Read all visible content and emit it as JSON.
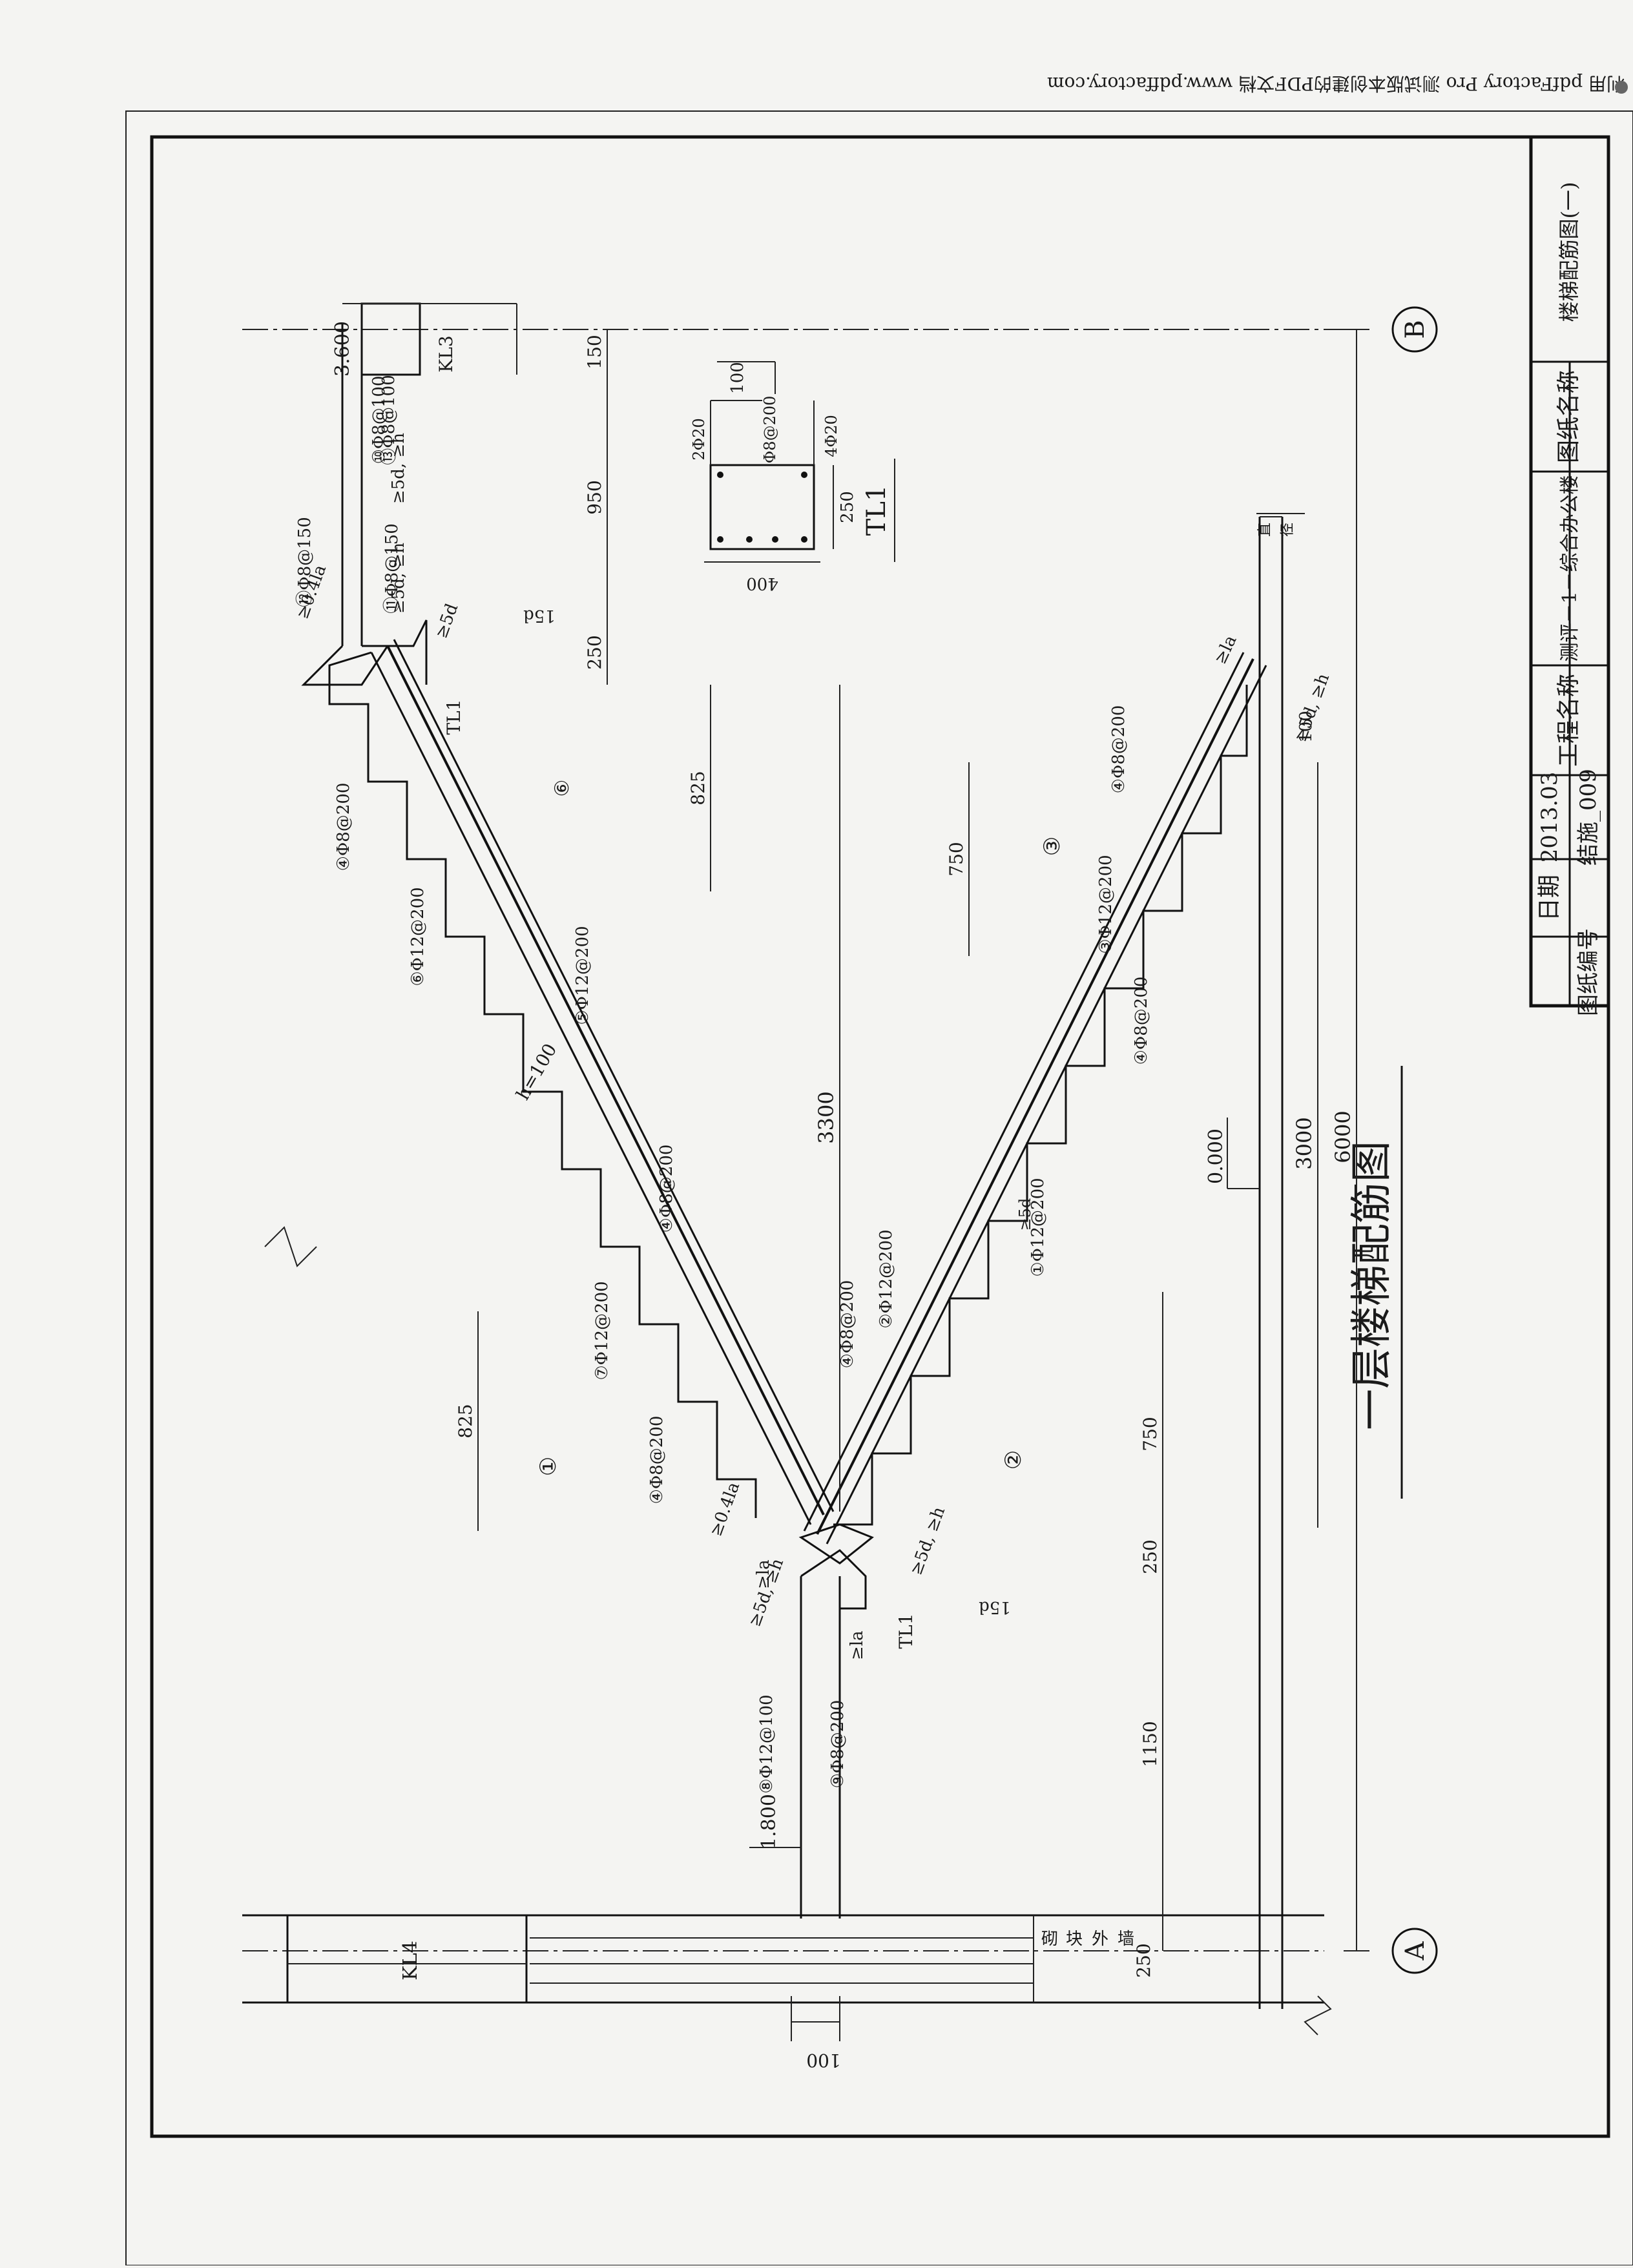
{
  "watermark": "利用 pdfFactory Pro 测试版本创建的PDF文档 www.pdffactory.com",
  "drawing_title": "一层楼梯配筋图",
  "title_block": {
    "date_label": "日期",
    "date_value": "2013.03",
    "project_label": "工程名称",
    "project_value": "测评－1－综合办公楼",
    "drawing_name_label": "图纸名称",
    "drawing_name_value": "楼梯配筋图(一)",
    "drawing_no_label": "图纸编号",
    "drawing_no_value": "结施_009"
  },
  "axes": {
    "left": "A",
    "right": "B"
  },
  "elevations": {
    "e0": "0.000",
    "e1": "1.800",
    "e2": "3.600"
  },
  "dims": {
    "total": "6000",
    "span": "3000",
    "height": "3300",
    "d1150": "1150",
    "d250a": "250",
    "d750a": "750",
    "d825a": "825",
    "d825b": "825",
    "d750b": "750",
    "d250b": "250",
    "d950": "950",
    "d150": "150",
    "d250wall": "250",
    "d100a": "100",
    "d100b": "100",
    "h100": "h=100"
  },
  "beams": {
    "kl4": "KL4",
    "kl3": "KL3",
    "tl1a": "TL1",
    "tl1b": "TL1"
  },
  "wall_label": [
    "砌",
    "块",
    "外",
    "墙"
  ],
  "section": {
    "title": "TL1",
    "width": "400",
    "height": "250",
    "top": "100",
    "top_bar": "2Φ20",
    "stirrup": "Φ8@200",
    "bottom_bar": "4Φ20"
  },
  "rebar": {
    "r1": "①Φ12@200",
    "r2": "②Φ12@200",
    "r3": "③Φ12@200",
    "r4a": "④Φ8@200",
    "r4b": "④Φ8@200",
    "r4c": "④Φ8@200",
    "r4d": "④Φ8@200",
    "r5": "⑤Φ12@200",
    "r6": "⑥Φ12@200",
    "r7": "⑦Φ12@200",
    "r8": "⑧Φ12@100",
    "r9": "⑨Φ8@200",
    "r10": "⑩Φ8@100",
    "r11": "⑪Φ8@150",
    "r12": "⑫Φ8@150",
    "r13": "⑬Φ8@100",
    "r4e": "④Φ8@200",
    "r4f": "④Φ8@200"
  },
  "circles": {
    "c1": "①",
    "c2": "②",
    "c3": "③",
    "c4": "⑥"
  },
  "notes": {
    "la1": "≥0.4la",
    "la2": "≥0.4la",
    "la3": "≥la",
    "la4": "≥la",
    "la5": "≥la",
    "d5h1": "≥5d, ≥h",
    "d5h2": "≥5d, ≥h",
    "d5h3": "≥5d, ≥h",
    "d5h4": "≥5d, ≥h",
    "d5h5": "≥5d, ≥h",
    "d15a": "15d",
    "d15b": "15d",
    "d5a": "≥5d",
    "d5b": "≥5d",
    "top1": "直",
    "top2": "径"
  }
}
